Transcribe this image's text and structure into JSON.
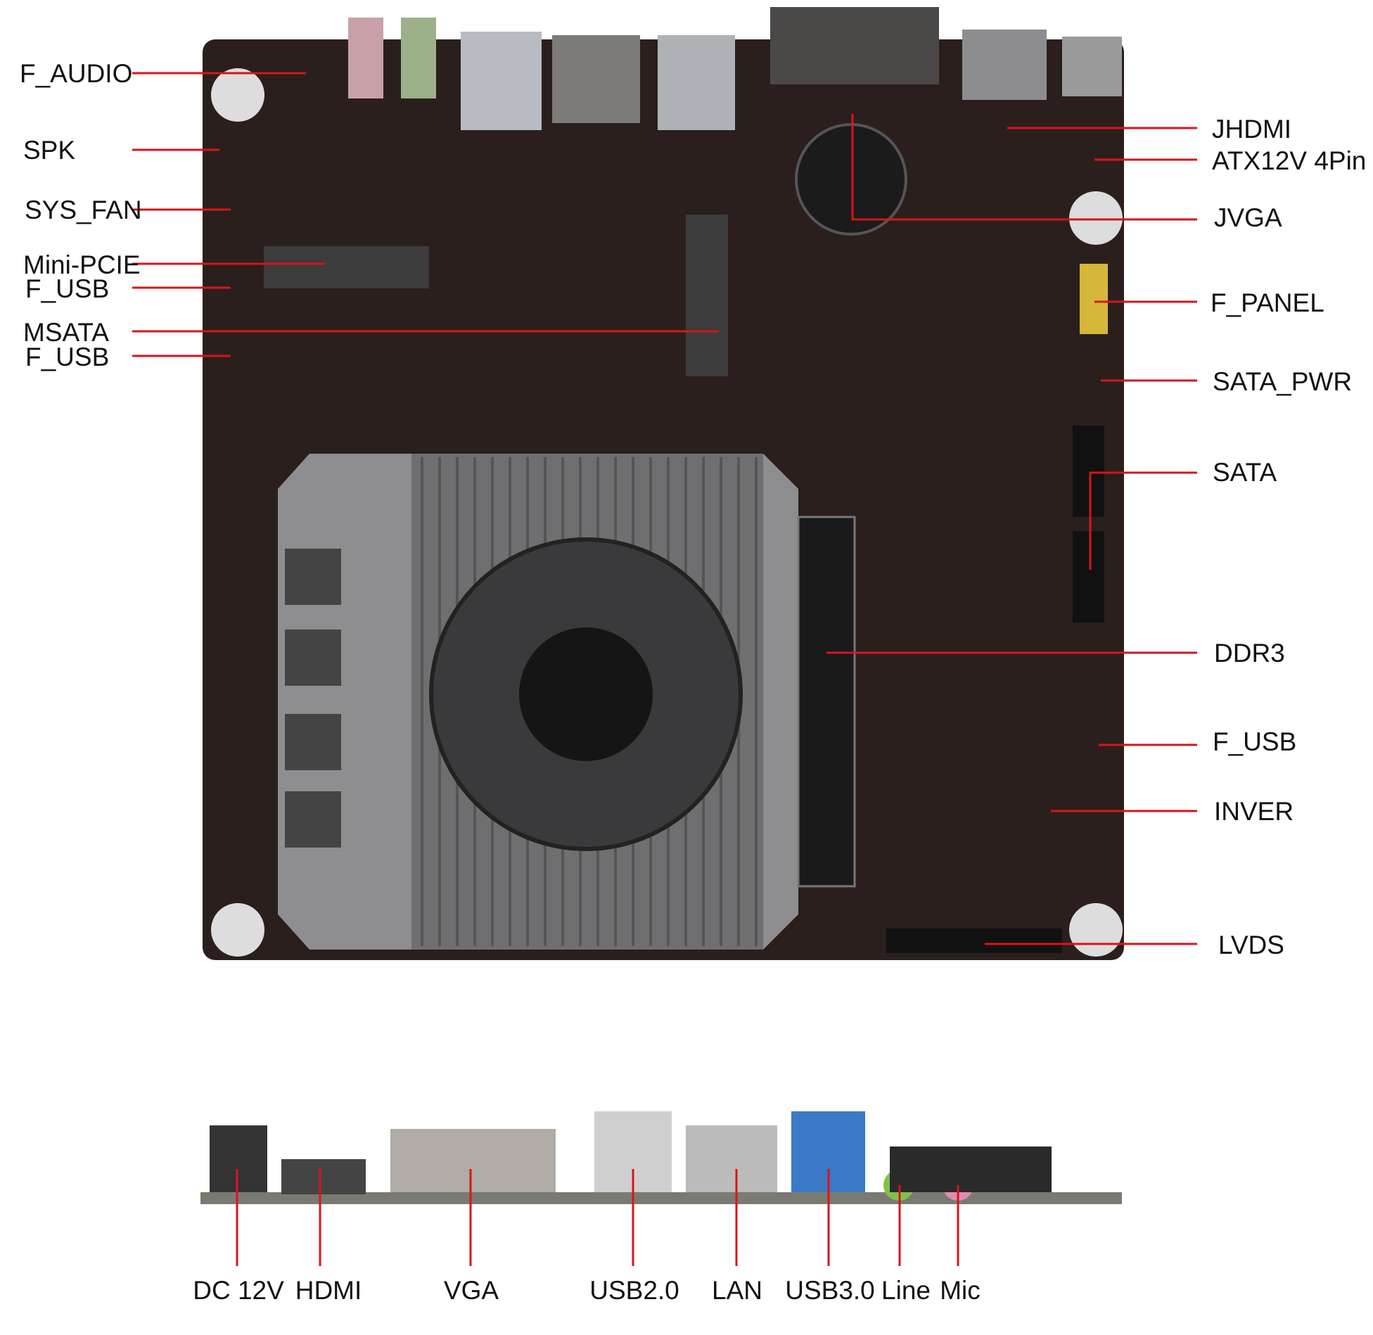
{
  "diagram": {
    "left_callouts": [
      "F_AUDIO",
      "SPK",
      "SYS_FAN",
      "Mini-PCIE",
      "F_USB",
      "MSATA",
      "F_USB"
    ],
    "right_callouts": [
      "JHDMI",
      "ATX12V 4Pin",
      "JVGA",
      "F_PANEL",
      "SATA_PWR",
      "SATA",
      "DDR3",
      "F_USB",
      "INVER",
      "LVDS"
    ],
    "bottom_callouts": [
      "DC 12V",
      "HDMI",
      "VGA",
      "USB2.0",
      "LAN",
      "USB3.0",
      "Line",
      "Mic"
    ],
    "colors": {
      "callout_line": "#d9141b",
      "board": "#2a1f1c",
      "heatsink": "#8e8e90"
    }
  }
}
